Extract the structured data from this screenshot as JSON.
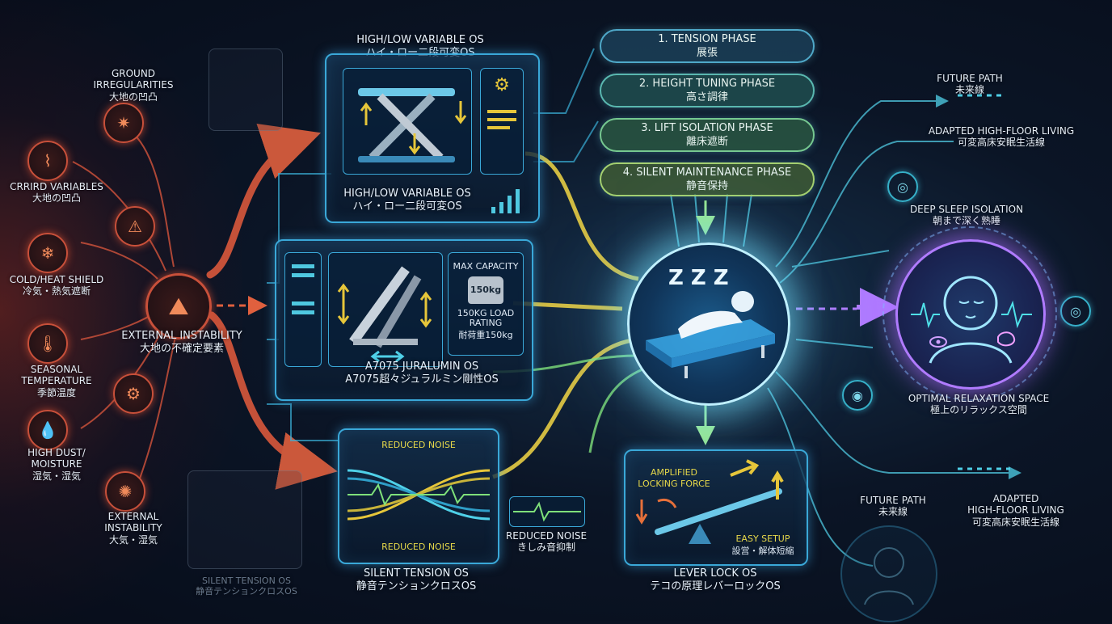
{
  "left_inputs": [
    {
      "en": "GROUND\nIRREGULARITIES",
      "jp": "大地の凹凸"
    },
    {
      "en": "CRRIRD VARIABLES",
      "jp": "大地の凹凸"
    },
    {
      "en": "COLD/HEAT SHIELD",
      "jp": "冷気・熱気遮断"
    },
    {
      "en": "SEASONAL\nTEMPERATURE",
      "jp": "季節温度"
    },
    {
      "en": "HIGH DUST/\nMOISTURE",
      "jp": "湿気・湿気"
    },
    {
      "en": "EXTERNAL\nINSTABILITY",
      "jp": "大気・湿気"
    }
  ],
  "external_instability": {
    "en": "EXTERNAL INSTABILITY",
    "jp": "大地の不確定要素"
  },
  "high_low_os": {
    "title_en": "HIGH/LOW VARIABLE OS",
    "title_jp": "ハイ・ロー二段可変OS"
  },
  "jura_os": {
    "max_capacity": "MAX CAPACITY",
    "weight": "150kg",
    "load_en": "150KG LOAD\nRATING",
    "load_jp": "耐荷重150kg",
    "title_en": "A7075 JURALUMIN OS",
    "title_jp": "A7075超々ジュラルミン剛性OS"
  },
  "silent_os": {
    "reduced_top": "REDUCED NOISE",
    "reduced_bottom": "REDUCED NOISE",
    "title_en": "SILENT TENSION OS",
    "title_jp": "静音テンションクロスOS",
    "ghost_en": "SILENT TENSION OS",
    "ghost_jp": "静音テンションクロスOS"
  },
  "reduced_noise_side": {
    "en": "REDUCED NOISE",
    "jp": "きしみ音抑制"
  },
  "phases": [
    {
      "en": "1. TENSION PHASE",
      "jp": "展張"
    },
    {
      "en": "2. HEIGHT TUNING PHASE",
      "jp": "高さ調律"
    },
    {
      "en": "3. LIFT ISOLATION PHASE",
      "jp": "離床遮断"
    },
    {
      "en": "4. SILENT MAINTENANCE PHASE",
      "jp": "静音保持"
    }
  ],
  "center_zzz": "Z Z Z",
  "lever_os": {
    "amplified": "AMPLIFIED\nLOCKING FORCE",
    "easy_en": "EASY SETUP",
    "easy_jp": "設営・解体短縮",
    "title_en": "LEVER LOCK OS",
    "title_jp": "テコの原理レバーロックOS"
  },
  "right_outputs": {
    "future_top": {
      "en": "FUTURE PATH",
      "jp": "未来線"
    },
    "adapted_top": {
      "en": "ADAPTED HIGH-FLOOR LIVING",
      "jp": "可変高床安眠生活線"
    },
    "deep_sleep": {
      "en": "DEEP SLEEP ISOLATION",
      "jp": "朝まで深く熟睡"
    },
    "optimal": {
      "en": "OPTIMAL RELAXATION SPACE",
      "jp": "極上のリラックス空間"
    },
    "future_bottom": {
      "en": "FUTURE PATH",
      "jp": "未来線"
    },
    "adapted_bottom": {
      "en": "ADAPTED\nHIGH-FLOOR LIVING",
      "jp": "可変高床安眠生活線"
    }
  },
  "colors": {
    "red": "#d9583c",
    "cyan": "#3aa8d8",
    "yellow": "#e8d24a",
    "green": "#7fe07a",
    "purple": "#b07bff"
  },
  "icons": [
    "terrain-icon",
    "snowflake-icon",
    "thermometer-icon",
    "drop-icon",
    "virus-icon",
    "gear-icon",
    "weight-icon",
    "brain-icon",
    "eye-icon"
  ]
}
